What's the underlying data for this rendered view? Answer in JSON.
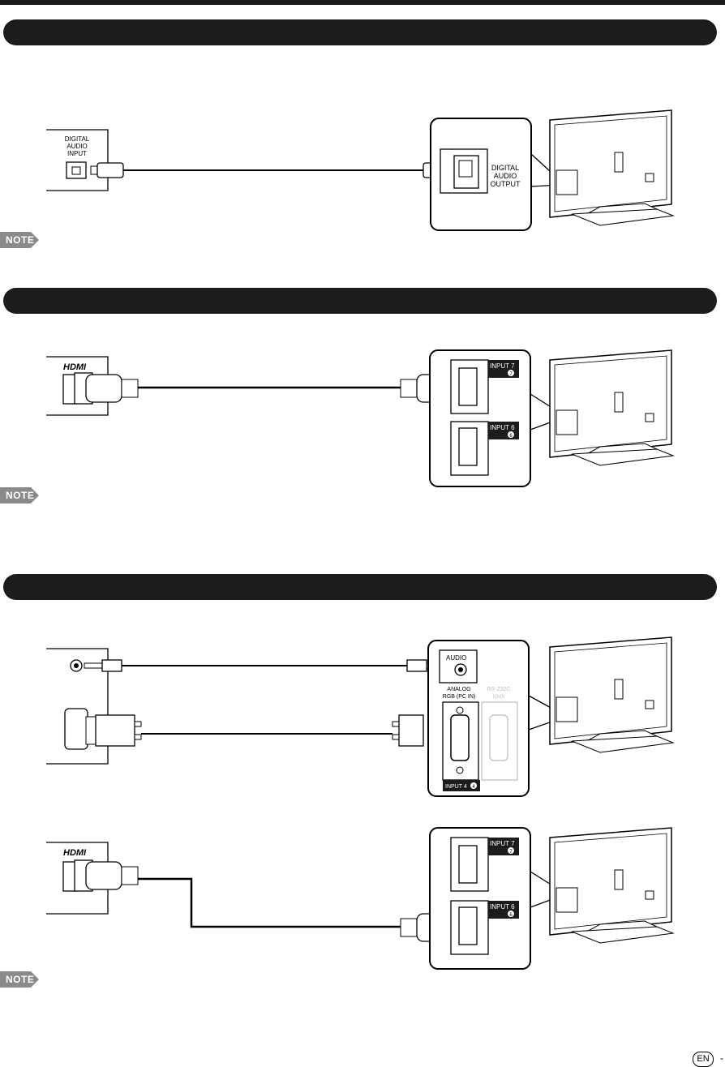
{
  "sections": [
    {
      "id": "digital-audio"
    },
    {
      "id": "hdmi"
    },
    {
      "id": "pc"
    }
  ],
  "notes": [
    "NOTE",
    "NOTE",
    "NOTE"
  ],
  "digital_audio": {
    "device_label": [
      "DIGITAL",
      "AUDIO",
      "INPUT"
    ],
    "tv_label": [
      "DIGITAL",
      "AUDIO",
      "OUTPUT"
    ]
  },
  "hdmi": {
    "device_logo": "HDMI",
    "input_upper": "INPUT 7",
    "input_lower": "INPUT 6",
    "num_upper": "7",
    "num_lower": "6"
  },
  "pc": {
    "audio_label": "AUDIO",
    "analog_label": [
      "ANALOG",
      "RGB (PC IN)"
    ],
    "rs232_label": [
      "RS-232C",
      "IOIOI"
    ],
    "input4_label": "INPUT 4",
    "num_input4": "4"
  },
  "pc_hdmi": {
    "device_logo": "HDMI",
    "input_upper": "INPUT 7",
    "input_lower": "INPUT 6",
    "num_upper": "7",
    "num_lower": "6"
  },
  "footer": {
    "lang": "EN",
    "dash": "-"
  },
  "colors": {
    "bar": "#1c1c1c",
    "note": "#8a8a8a",
    "line": "#000000"
  }
}
